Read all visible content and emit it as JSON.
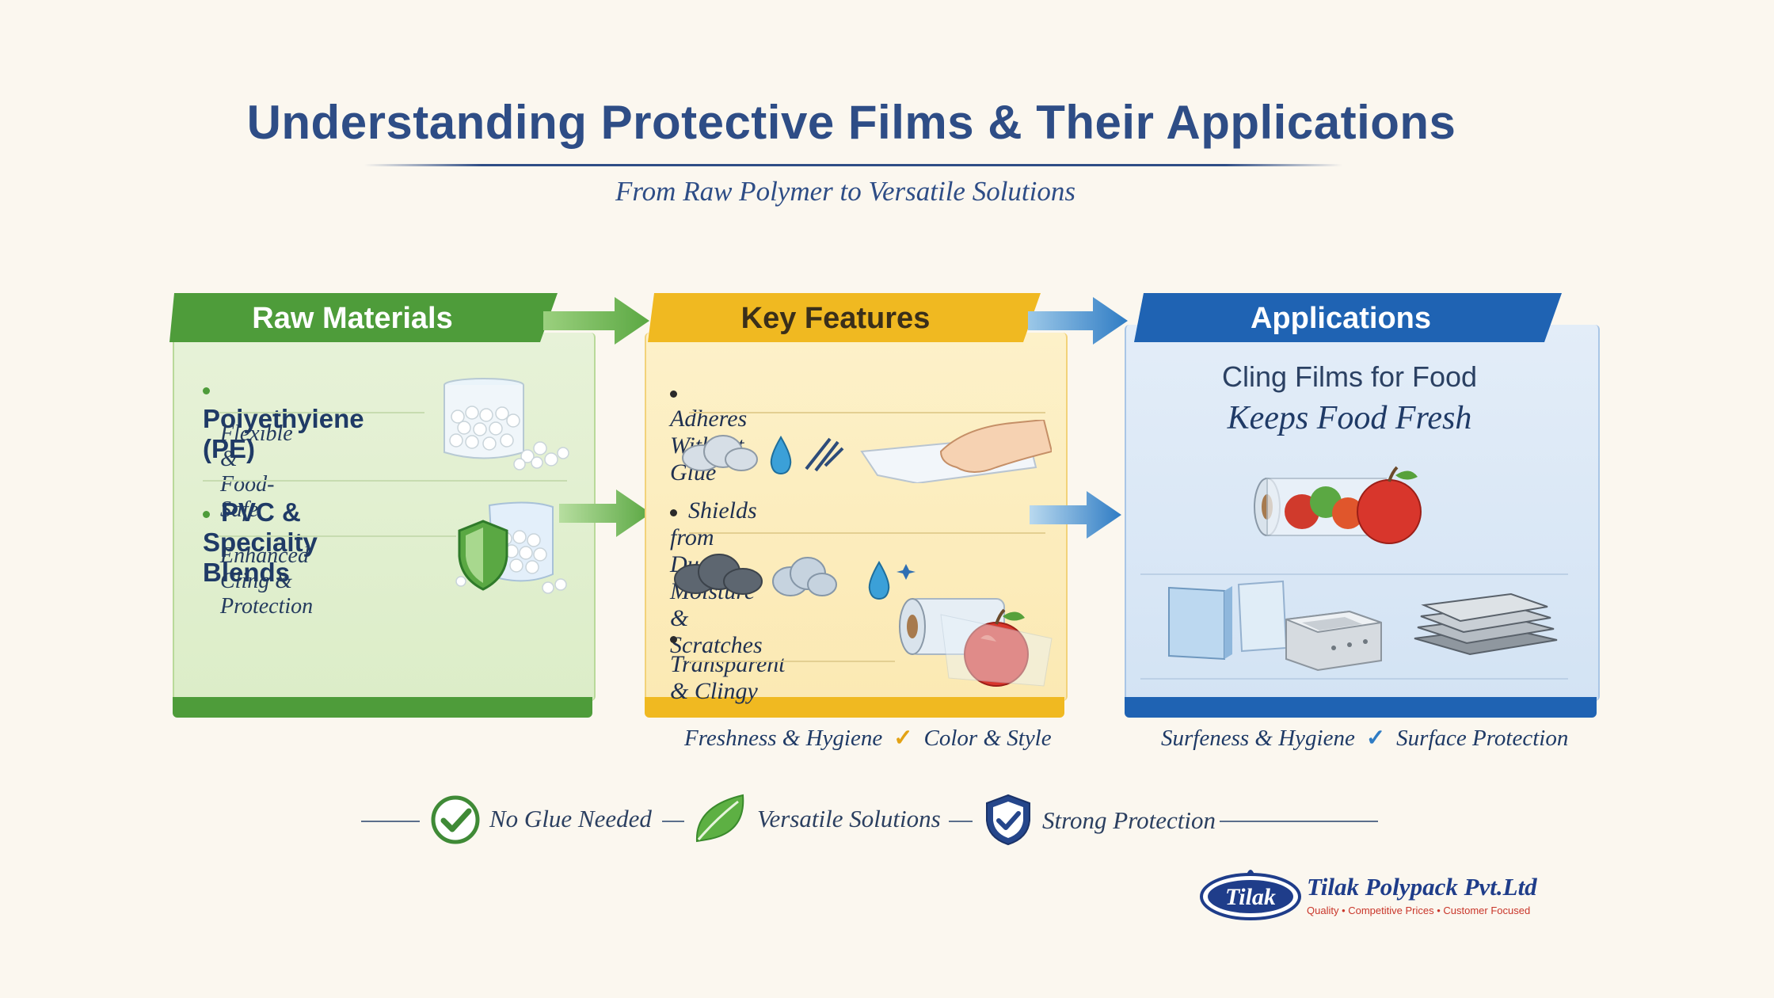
{
  "header": {
    "title": "Understanding Protective Films & Their Applications",
    "subtitle": "From Raw Polymer to Versatile Solutions"
  },
  "colors": {
    "green": "#4e9c3a",
    "yellow": "#f0b921",
    "blue": "#1f63b3",
    "title_blue": "#2e4d86"
  },
  "raw_materials": {
    "header": "Raw Materials",
    "items": [
      {
        "name": "Polyethylene (PE)",
        "description": "Flexible & Food-Safe",
        "icon": "beaker-pellets-icon"
      },
      {
        "name": "PVC & Specialty Blends",
        "description": "Enhanced Cling & Protection",
        "icon": "shield-pellets-icon"
      }
    ]
  },
  "key_features": {
    "header": "Key Features",
    "items": [
      {
        "label": "Adheres Without Glue",
        "icon": "hand-peeling-film-icon"
      },
      {
        "label": "Shields from Dust, Moisture & Scratches",
        "icon": "dust-moisture-icon"
      },
      {
        "label": "Transparent & Clingy",
        "icon": "film-roll-apple-icon"
      }
    ],
    "footer": {
      "left": "Freshness & Hygiene",
      "right": "Color & Style"
    }
  },
  "applications": {
    "header": "Applications",
    "title": "Cling Films for Food",
    "tagline": "Keeps Food Fresh",
    "icons": [
      "wrapped-produce-icon",
      "glass-panels-icon",
      "appliance-icon",
      "metal-sheets-icon"
    ],
    "footer": {
      "left": "Surfeness & Hygiene",
      "right": "Surface Protection"
    }
  },
  "benefits": [
    {
      "label": "No Glue Needed",
      "icon": "check-circle-icon"
    },
    {
      "label": "Versatile Solutions",
      "icon": "leaf-icon"
    },
    {
      "label": "Strong Protection",
      "icon": "shield-check-icon"
    }
  ],
  "brand": {
    "logo_text": "Tilak",
    "name": "Tilak Polypack Pvt.Ltd",
    "tagline": "Quality • Competitive Prices • Customer Focused"
  }
}
